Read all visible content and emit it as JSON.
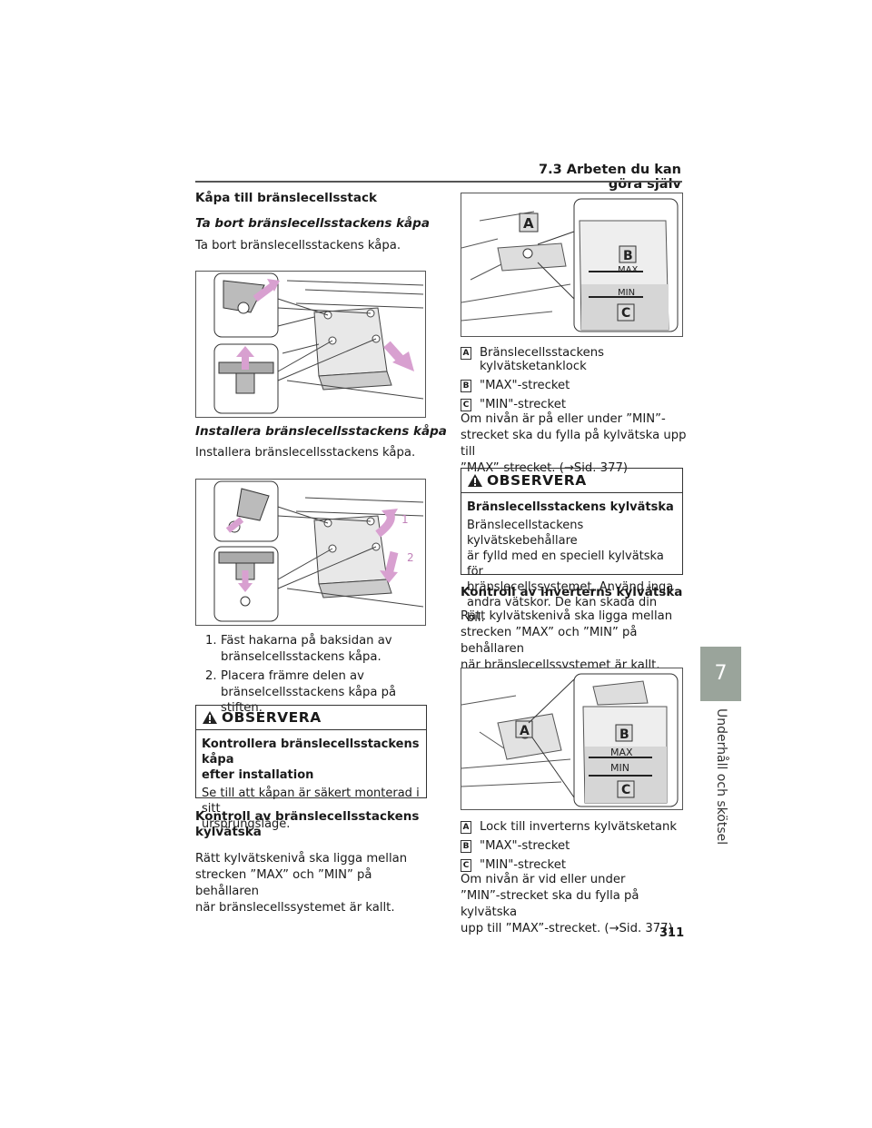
{
  "header": {
    "section": "7.3 Arbeten du kan göra själv",
    "page_number": "311"
  },
  "side_tab": {
    "chapter_number": "7",
    "chapter_title": "Underhåll och skötsel"
  },
  "left": {
    "section_title": "Kåpa till bränslecellsstack",
    "remove": {
      "title": "Ta bort bränslecellsstackens kåpa",
      "text": "Ta bort bränslecellsstackens kåpa."
    },
    "install": {
      "title": "Installera bränslecellsstackens kåpa",
      "text": "Installera bränslecellsstackens kåpa."
    },
    "figure2_labels": [
      "1",
      "2"
    ],
    "steps": [
      {
        "num": "1.",
        "line1": "Fäst hakarna på baksidan av",
        "line2": "bränselcellsstackens kåpa."
      },
      {
        "num": "2.",
        "line1": "Placera främre delen av",
        "line2": "bränselcellsstackens kåpa på stiften."
      }
    ],
    "notice": {
      "title": "OBSERVERA",
      "sub1": "Kontrollera bränslecellsstackens kåpa",
      "sub2": "efter installation",
      "text1": "Se till att kåpan är säkert monterad i sitt",
      "text2": "ursprungsläge."
    },
    "coolant": {
      "title1": "Kontroll av bränslecellsstackens",
      "title2": "kylvätska",
      "text1": "Rätt kylvätskenivå ska ligga mellan",
      "text2": "strecken ”MAX” och ”MIN” på behållaren",
      "text3": "när bränslecellssystemet är kallt."
    }
  },
  "right": {
    "fig1": {
      "label_a": "A",
      "label_b": "B",
      "label_c": "C",
      "max": "MAX",
      "min": "MIN"
    },
    "legend1": {
      "a_badge": "A",
      "a_line1": "Bränslecellsstackens",
      "a_line2": "kylvätsketanklock",
      "b_badge": "B",
      "b_text": "\"MAX\"-strecket",
      "c_badge": "C",
      "c_text": "\"MIN\"-strecket",
      "para1": "Om nivån är på eller under ”MIN”-",
      "para2": "strecket ska du fylla på kylvätska upp till",
      "para3": "”MAX”-strecket. (→Sid. 377)"
    },
    "notice": {
      "title": "OBSERVERA",
      "sub": "Bränslecellsstackens kylvätska",
      "t1": "Bränslecellstackens kylvätskebehållare",
      "t2": "är fylld med en speciell kylvätska för",
      "t3": "bränslecellssystemet. Använd inga",
      "t4": "andra vätskor. De kan skada din bil."
    },
    "inverter": {
      "title": "Kontroll av inverterns kylvätska",
      "text1": "Rätt kylvätskenivå ska ligga mellan",
      "text2": "strecken ”MAX” och ”MIN” på behållaren",
      "text3": "när bränslecellssystemet är kallt."
    },
    "fig2": {
      "label_a": "A",
      "label_b": "B",
      "label_c": "C",
      "max": "MAX",
      "min": "MIN"
    },
    "legend2": {
      "a_badge": "A",
      "a_text": "Lock till inverterns kylvätsketank",
      "b_badge": "B",
      "b_text": "\"MAX\"-strecket",
      "c_badge": "C",
      "c_text": "\"MIN\"-strecket",
      "para1": "Om nivån är vid eller under",
      "para2": "”MIN”-strecket ska du fylla på kylvätska",
      "para3": "upp till ”MAX”-strecket. (→Sid. 377)"
    }
  },
  "colors": {
    "accent_pink": "#d8a0d0",
    "tab_gray": "#9aa49b"
  }
}
